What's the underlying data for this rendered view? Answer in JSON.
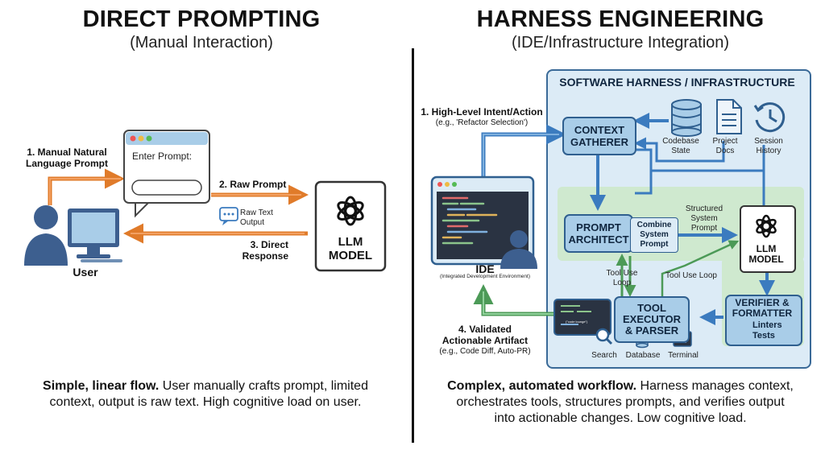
{
  "left": {
    "title": "DIRECT PROMPTING",
    "subtitle": "(Manual Interaction)",
    "step1": [
      "1. Manual Natural",
      "Language Prompt"
    ],
    "prompt_window_label": "Enter Prompt:",
    "step2": "2. Raw Prompt",
    "raw_output": [
      "Raw Text",
      "Output"
    ],
    "step3": [
      "3. Direct",
      "Response"
    ],
    "model_label": [
      "LLM",
      "MODEL"
    ],
    "user_label": "User",
    "footer_bold": "Simple, linear flow.",
    "footer_rest_1": " User manually crafts prompt, limited",
    "footer_line2": "context, output is raw text. High cognitive load on user."
  },
  "right": {
    "title": "HARNESS ENGINEERING",
    "subtitle": "(IDE/Infrastructure Integration)",
    "harness_title": "SOFTWARE HARNESS / INFRASTRUCTURE",
    "step1": [
      "1. High-Level Intent/Action",
      "(e.g., 'Refactor Selection')"
    ],
    "context_gatherer": [
      "CONTEXT",
      "GATHERER"
    ],
    "sources": [
      {
        "name": "Codebase State",
        "lines": [
          "Codebase",
          "State"
        ],
        "icon": "database-icon"
      },
      {
        "name": "Project Docs",
        "lines": [
          "Project",
          "Docs"
        ],
        "icon": "document-icon"
      },
      {
        "name": "Session History",
        "lines": [
          "Session",
          "History"
        ],
        "icon": "history-icon"
      }
    ],
    "prompt_architect": [
      "PROMPT",
      "ARCHITECT"
    ],
    "combine": [
      "Combine",
      "System",
      "Prompt"
    ],
    "structured": [
      "Structured",
      "System",
      "Prompt"
    ],
    "model_label": [
      "LLM",
      "MODEL"
    ],
    "ide_label": "IDE",
    "ide_sub": "(Integrated Development Environment)",
    "tool_use_loop_left": [
      "Tool Use",
      "Loop"
    ],
    "tool_use_loop_right": "Tool Use Loop",
    "tool_executor": [
      "TOOL",
      "EXECUTOR",
      "& PARSER"
    ],
    "verifier": [
      "VERIFIER &",
      "FORMATTER"
    ],
    "checks": [
      "Linters",
      "Tests"
    ],
    "step4": [
      "4. Validated",
      "Actionable Artifact",
      "(e.g., Code Diff, Auto-PR)"
    ],
    "tools": [
      "Search",
      "Database",
      "Terminal"
    ],
    "code_snippet": "(\"code lounge\")",
    "footer_bold": "Complex, automated workflow.",
    "footer_rest_1": " Harness manages context,",
    "footer_line2": "orchestrates tools, structures prompts, and verifies output",
    "footer_line3": "into actionable changes. Low cognitive load."
  },
  "colors": {
    "orange": "#e07b2a",
    "blue_arrow": "#3b7bbf",
    "green_arrow": "#4c9a57",
    "harness_bg": "#dcebf6",
    "green_zone": "#cfe9cf",
    "box_fill": "#a9cde8",
    "box_border": "#2f5f8f"
  }
}
